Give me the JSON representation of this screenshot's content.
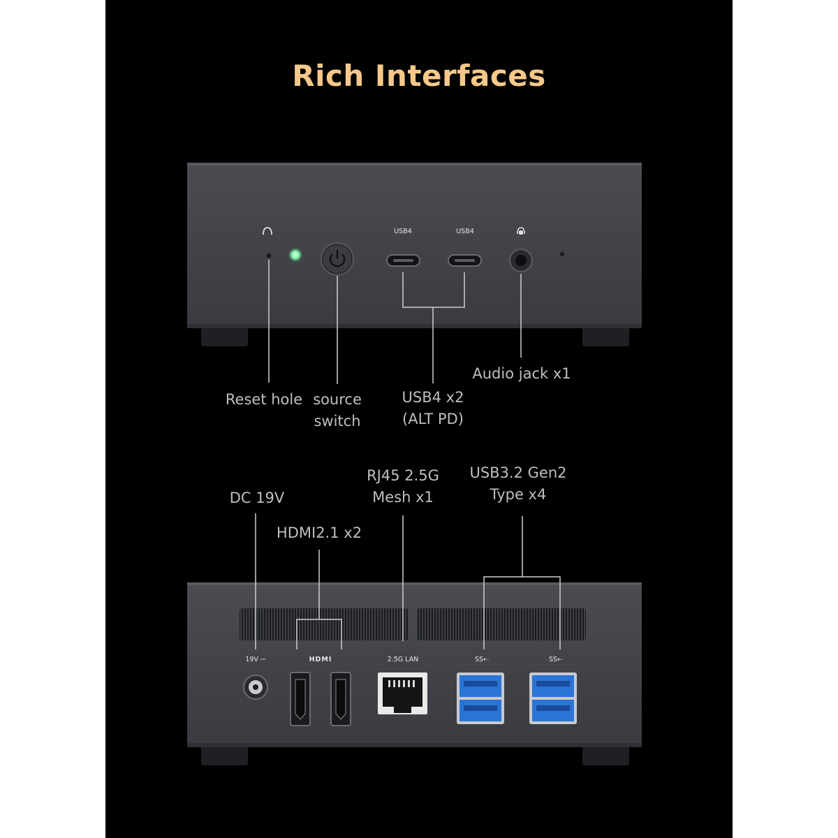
{
  "title": "Rich Interfaces",
  "colors": {
    "accent": "#f7c88a",
    "chassis": "#3d3f45",
    "usb3_blue": "#2a74d6",
    "led_green": "#7ef0a6"
  },
  "front": {
    "port_labels": {
      "usb4_a": "USB4",
      "usb4_b": "USB4"
    },
    "callouts": {
      "reset": "Reset hole",
      "source_l1": "source",
      "source_l2": "switch",
      "usb4_l1": "USB4 x2",
      "usb4_l2": "(ALT PD)",
      "audio": "Audio jack x1"
    }
  },
  "rear": {
    "port_labels": {
      "dc": "19V ⎓",
      "hdmi": "HDMI",
      "lan": "2.5G LAN",
      "usb_a": "SS⇠",
      "usb_b": "SS⇠"
    },
    "callouts": {
      "dc": "DC 19V",
      "hdmi": "HDMI2.1 x2",
      "lan_l1": "RJ45 2.5G",
      "lan_l2": "Mesh x1",
      "usb_l1": "USB3.2 Gen2",
      "usb_l2": "Type x4"
    }
  }
}
